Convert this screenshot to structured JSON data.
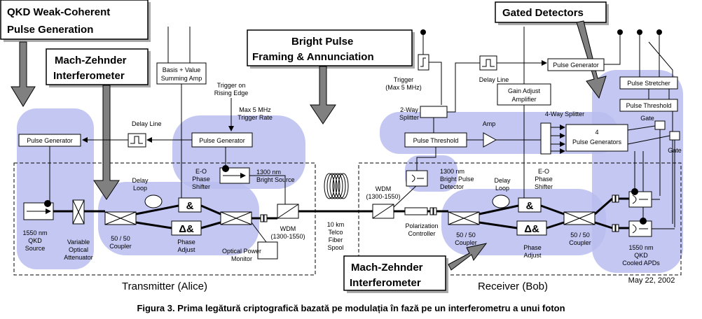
{
  "callouts": {
    "qkd_weak_coherent_line1": "QKD Weak-Coherent",
    "qkd_weak_coherent_line2": "Pulse Generation",
    "mzi_alice_line1": "Mach-Zehnder",
    "mzi_alice_line2": "Interferometer",
    "bright_pulse_line1": "Bright Pulse",
    "bright_pulse_line2": "Framing & Annunciation",
    "gated_detectors": "Gated Detectors",
    "mzi_bob_line1": "Mach-Zehnder",
    "mzi_bob_line2": "Interferometer"
  },
  "sections": {
    "transmitter": "Transmitter (Alice)",
    "receiver": "Receiver (Bob)",
    "date": "May 22, 2002"
  },
  "components": {
    "pulse_generator_left": "Pulse Generator",
    "delay_line_top": "Delay Line",
    "pulse_generator_alice": "Pulse Generator",
    "basis_value_line1": "Basis + Value",
    "basis_value_line2": "Summing Amp",
    "trigger_rising_line1": "Trigger on",
    "trigger_rising_line2": "Rising Edge",
    "max_5mhz_line1": "Max 5 MHz",
    "max_5mhz_line2": "Trigger Rate",
    "eo_phase_line1": "E-O",
    "eo_phase_line2": "Phase",
    "eo_phase_line3": "Shifter",
    "bright_source_line1": "1300 nm",
    "bright_source_line2": "Bright Source",
    "delay_loop_line1": "Delay",
    "delay_loop_line2": "Loop",
    "qkd_source_line1": "1550 nm",
    "qkd_source_line2": "QKD",
    "qkd_source_line3": "Source",
    "voa_line1": "Variable",
    "voa_line2": "Optical",
    "voa_line3": "Attenuator",
    "coupler_alice_line1": "50 / 50",
    "coupler_alice_line2": "Coupler",
    "phase_adjust_alice_line1": "Phase",
    "phase_adjust_alice_line2": "Adjust",
    "optical_power_line1": "Optical Power",
    "optical_power_line2": "Monitor",
    "wdm_alice_line1": "WDM",
    "wdm_alice_line2": "(1300-1550)",
    "spool_line1": "10 km",
    "spool_line2": "Telco",
    "spool_line3": "Fiber",
    "spool_line4": "Spool",
    "amp_symbol": "&",
    "delta_amp_symbol": "Δ&",
    "trigger_bob_line1": "Trigger",
    "trigger_bob_line2": "(Max 5 MHz)",
    "two_way_line1": "2-Way",
    "two_way_line2": "Splitter",
    "delay_line_bob": "Delay Line",
    "pulse_generator_bob": "Pulse Generator",
    "gain_adjust_line1": "Gain Adjust",
    "gain_adjust_line2": "Amplifier",
    "pulse_threshold_mid": "Pulse Threshold",
    "amp": "Amp",
    "four_way_line1": "4-Way Splitter",
    "four_pulse_line1": "4",
    "four_pulse_line2": "Pulse Generators",
    "pulse_stretcher": "Pulse Stretcher",
    "pulse_threshold_right": "Pulse Threshold",
    "gate_top": "Gate",
    "gate_bottom": "Gate",
    "bright_detector_line1": "1300 nm",
    "bright_detector_line2": "Bright Pulse",
    "bright_detector_line3": "Detector",
    "wdm_bob_line1": "WDM",
    "wdm_bob_line2": "(1300-1550)",
    "polarization_line1": "Polarization",
    "polarization_line2": "Controller",
    "delay_loop_bob_line1": "Delay",
    "delay_loop_bob_line2": "Loop",
    "eo_phase_bob_line1": "E-O",
    "eo_phase_bob_line2": "Phase",
    "eo_phase_bob_line3": "Shifter",
    "coupler_bob_left_line1": "50 / 50",
    "coupler_bob_left_line2": "Coupler",
    "phase_adjust_bob_line1": "Phase",
    "phase_adjust_bob_line2": "Adjust",
    "coupler_bob_right_line1": "50 / 50",
    "coupler_bob_right_line2": "Coupler",
    "apd_line1": "1550 nm",
    "apd_line2": "QKD",
    "apd_line3": "Cooled APDs"
  },
  "caption": "Figura 3. Prima legătură criptografică bazată pe modulația în fază pe un interferometru a unui foton",
  "colors": {
    "highlight": "#b9bdf0",
    "callout_arrow": "#808080"
  }
}
